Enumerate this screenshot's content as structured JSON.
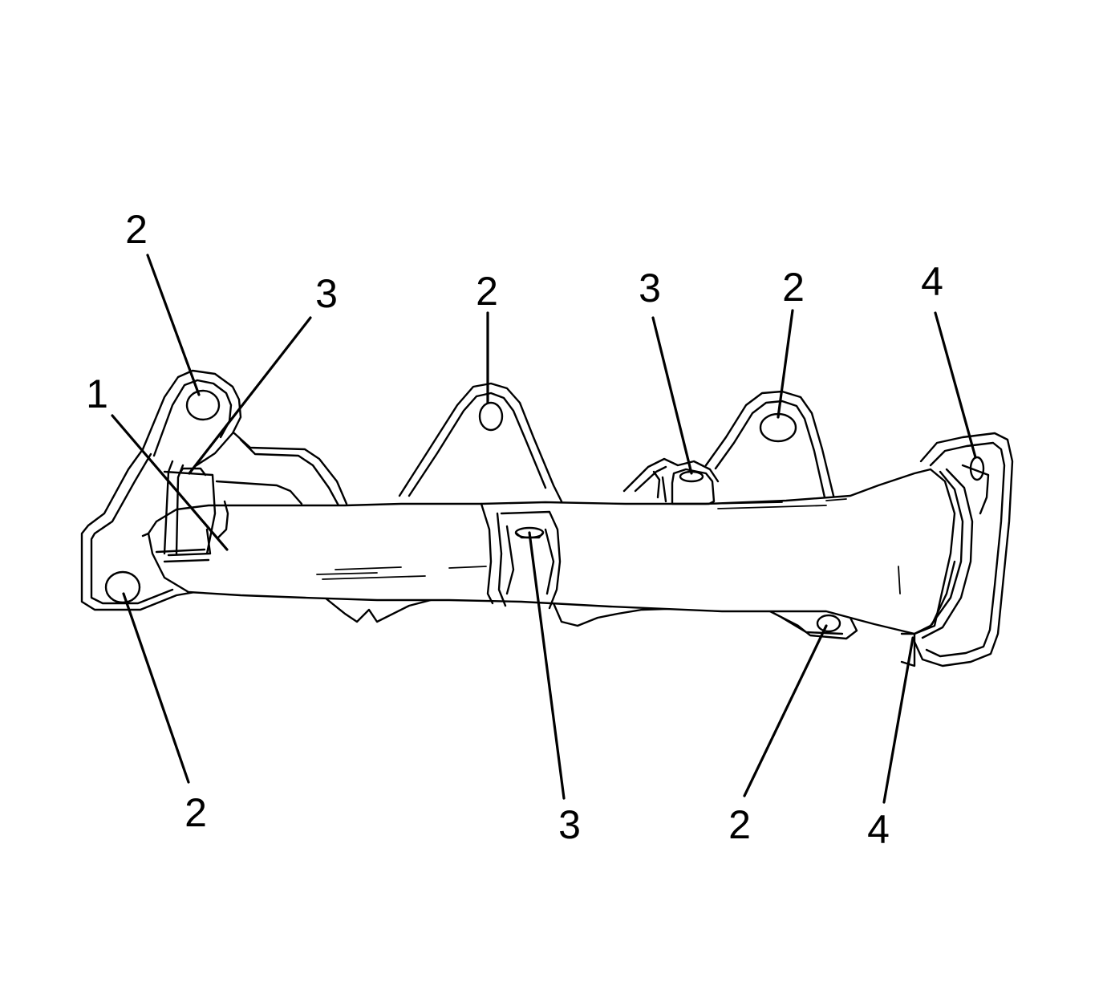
{
  "callouts": [
    {
      "id": "c1",
      "label": "1"
    },
    {
      "id": "c2a",
      "label": "2"
    },
    {
      "id": "c3a",
      "label": "3"
    },
    {
      "id": "c2b",
      "label": "2"
    },
    {
      "id": "c3b",
      "label": "3"
    },
    {
      "id": "c2c",
      "label": "2"
    },
    {
      "id": "c4a",
      "label": "4"
    },
    {
      "id": "c2d",
      "label": "2"
    },
    {
      "id": "c3c",
      "label": "3"
    },
    {
      "id": "c2e",
      "label": "2"
    },
    {
      "id": "c4b",
      "label": "4"
    }
  ],
  "colors": {
    "line": "#000000",
    "background": "#ffffff"
  }
}
